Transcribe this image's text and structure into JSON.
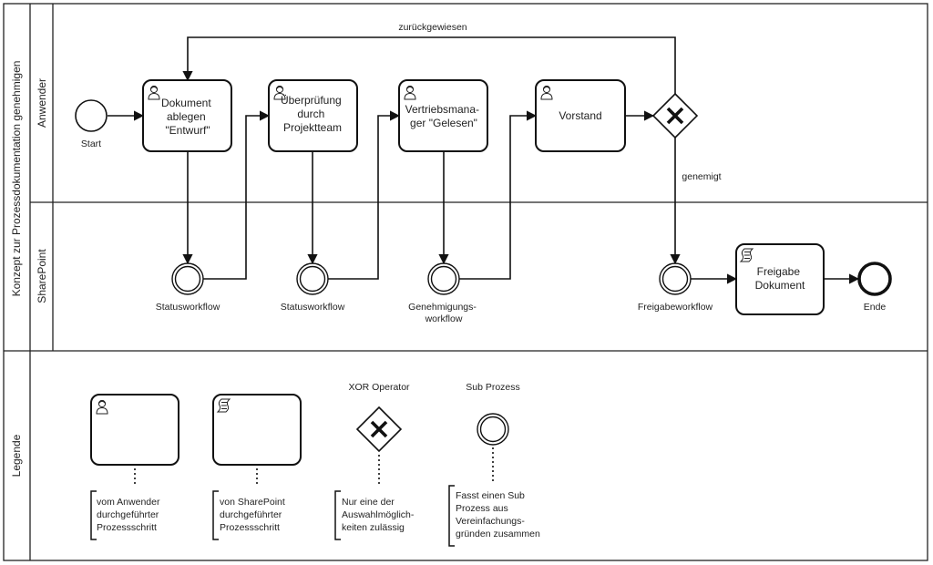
{
  "pool": {
    "title": "Konzept zur Prozessdokumentation genehmigen",
    "lanes": [
      "Anwender",
      "SharePoint"
    ],
    "legend_title": "Legende"
  },
  "events": {
    "start": "Start",
    "end": "Ende",
    "sub1": "Statusworkflow",
    "sub2": "Statusworkflow",
    "sub3": [
      "Genehmigungs-",
      "workflow"
    ],
    "sub4": "Freigabeworkflow"
  },
  "tasks": {
    "t1": [
      "Dokument",
      "ablegen",
      "\"Entwurf\""
    ],
    "t2": [
      "Überprüfung",
      "durch",
      "Projektteam"
    ],
    "t3": [
      "Vertriebsmana-",
      "ger \"Gelesen\""
    ],
    "t4": [
      "Vorstand"
    ],
    "t5": [
      "Freigabe",
      "Dokument"
    ]
  },
  "flows": {
    "rejected": "zurückgewiesen",
    "approved": "genemigt"
  },
  "legend": {
    "user_task_desc": [
      "vom Anwender",
      "durchgeführter",
      "Prozessschritt"
    ],
    "script_task_desc": [
      "von SharePoint",
      "durchgeführter",
      "Prozessschritt"
    ],
    "xor_title": "XOR Operator",
    "xor_desc": [
      "Nur eine der",
      "Auswahlmöglich-",
      "keiten zulässig"
    ],
    "sub_title": "Sub Prozess",
    "sub_desc": [
      "Fasst einen Sub",
      "Prozess aus",
      "Vereinfachungs-",
      "gründen zusammen"
    ]
  }
}
